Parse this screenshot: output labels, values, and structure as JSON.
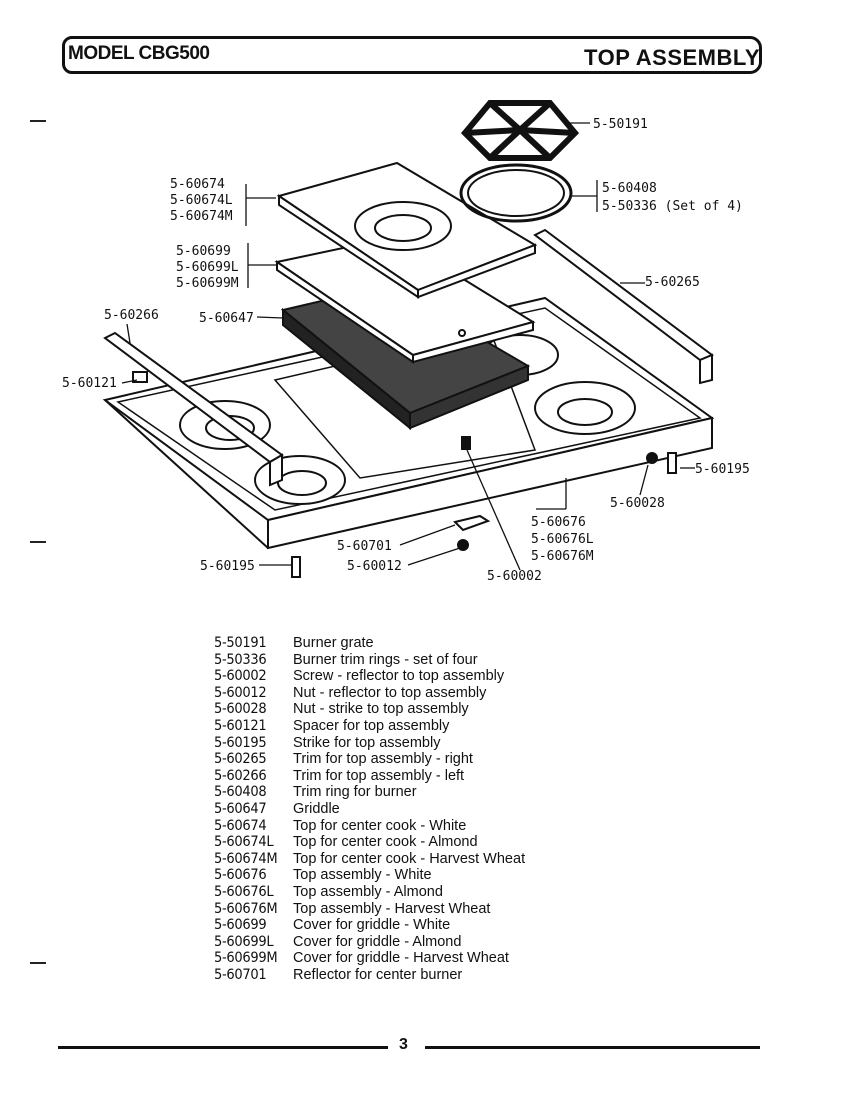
{
  "header": {
    "model": "MODEL CBG500",
    "section": "TOP ASSEMBLY"
  },
  "callouts": {
    "c50191": "5-50191",
    "c60674": "5-60674",
    "c60674L": "5-60674L",
    "c60674M": "5-60674M",
    "c60408": "5-60408",
    "c50336": "5-50336 (Set of 4)",
    "c60699": "5-60699",
    "c60699L": "5-60699L",
    "c60699M": "5-60699M",
    "c60265": "5-60265",
    "c60266": "5-60266",
    "c60647": "5-60647",
    "c60121": "5-60121",
    "c60195a": "5-60195",
    "c60028": "5-60028",
    "c60676": "5-60676",
    "c60676L": "5-60676L",
    "c60676M": "5-60676M",
    "c60701": "5-60701",
    "c60012": "5-60012",
    "c60195b": "5-60195",
    "c60002": "5-60002"
  },
  "parts_list": [
    {
      "number": "5-50191",
      "description": "Burner grate"
    },
    {
      "number": "5-50336",
      "description": "Burner trim rings - set of four"
    },
    {
      "number": "5-60002",
      "description": "Screw - reflector to top assembly"
    },
    {
      "number": "5-60012",
      "description": "Nut - reflector to top assembly"
    },
    {
      "number": "5-60028",
      "description": "Nut - strike to top assembly"
    },
    {
      "number": "5-60121",
      "description": "Spacer for top assembly"
    },
    {
      "number": "5-60195",
      "description": "Strike for top assembly"
    },
    {
      "number": "5-60265",
      "description": "Trim for top assembly - right"
    },
    {
      "number": "5-60266",
      "description": "Trim for top assembly - left"
    },
    {
      "number": "5-60408",
      "description": "Trim ring for burner"
    },
    {
      "number": "5-60647",
      "description": "Griddle"
    },
    {
      "number": "5-60674",
      "description": "Top for center cook - White"
    },
    {
      "number": "5-60674L",
      "description": "Top for center cook - Almond"
    },
    {
      "number": "5-60674M",
      "description": "Top for center cook - Harvest Wheat"
    },
    {
      "number": "5-60676",
      "description": "Top assembly - White"
    },
    {
      "number": "5-60676L",
      "description": "Top assembly - Almond"
    },
    {
      "number": "5-60676M",
      "description": "Top assembly - Harvest Wheat"
    },
    {
      "number": "5-60699",
      "description": "Cover for griddle - White"
    },
    {
      "number": "5-60699L",
      "description": "Cover for griddle - Almond"
    },
    {
      "number": "5-60699M",
      "description": "Cover for griddle - Harvest Wheat"
    },
    {
      "number": "5-60701",
      "description": "Reflector for center burner"
    }
  ],
  "footer": {
    "page_number": "3"
  }
}
